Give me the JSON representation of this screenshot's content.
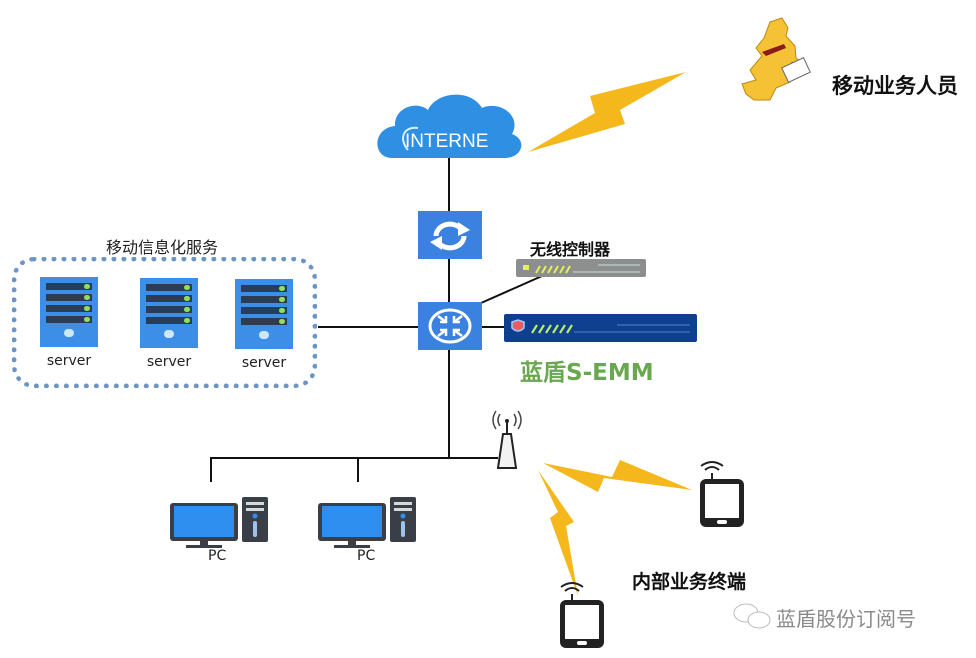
{
  "diagram": {
    "cloud": {
      "label": "INTERNE",
      "color": "#2f8fe3"
    },
    "mobile_staff": {
      "label": "移动业务人员",
      "figure_color": "#f5c236",
      "tie_color": "#8b1a1a"
    },
    "server_group": {
      "title": "移动信息化服务",
      "border_color": "#6c94c4",
      "servers": [
        {
          "label": "server"
        },
        {
          "label": "server"
        },
        {
          "label": "server"
        }
      ]
    },
    "sync_node": {
      "icon": "sync-icon",
      "color": "#3b82e0"
    },
    "router_node": {
      "icon": "router-icon",
      "color": "#3b82e0"
    },
    "wireless_controller": {
      "label": "无线控制器",
      "device_color": "#8c8f8e"
    },
    "emm_appliance": {
      "label": "蓝盾S-EMM",
      "device_color": "#0f3f8f",
      "label_color": "#6aa84f"
    },
    "access_point": {
      "icon": "wifi-access-point-icon"
    },
    "pcs": [
      {
        "label": "PC"
      },
      {
        "label": "PC"
      }
    ],
    "internal_terminals": {
      "label": "内部业务终端",
      "devices": [
        "tablet",
        "tablet"
      ]
    },
    "lightning_color": "#f4b81c",
    "watermark": {
      "text": "蓝盾股份订阅号",
      "icon": "wechat-icon"
    }
  }
}
